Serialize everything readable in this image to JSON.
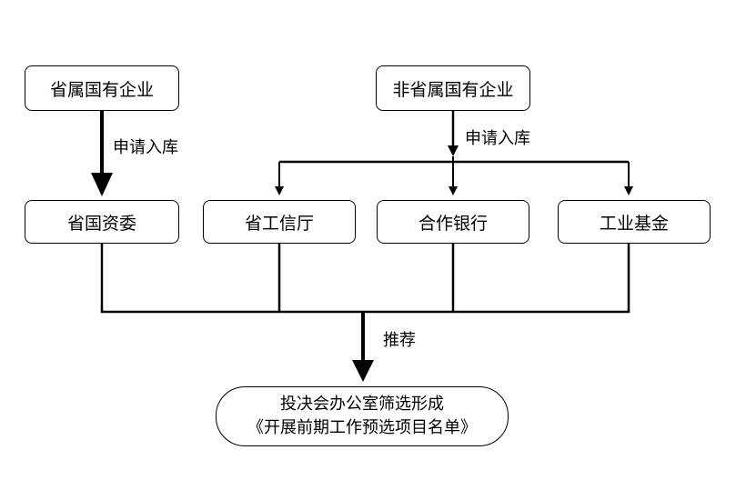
{
  "nodes": {
    "provincial_soe": "省属国有企业",
    "non_provincial_soe": "非省属国有企业",
    "sasac": "省国资委",
    "industry_dept": "省工信厅",
    "partner_bank": "合作银行",
    "industry_fund": "工业基金"
  },
  "edge_labels": {
    "apply_left": "申请入库",
    "apply_right": "申请入库",
    "recommend": "推荐"
  },
  "final": {
    "line1": "投决会办公室筛选形成",
    "line2": "《开展前期工作预选项目名单》"
  }
}
